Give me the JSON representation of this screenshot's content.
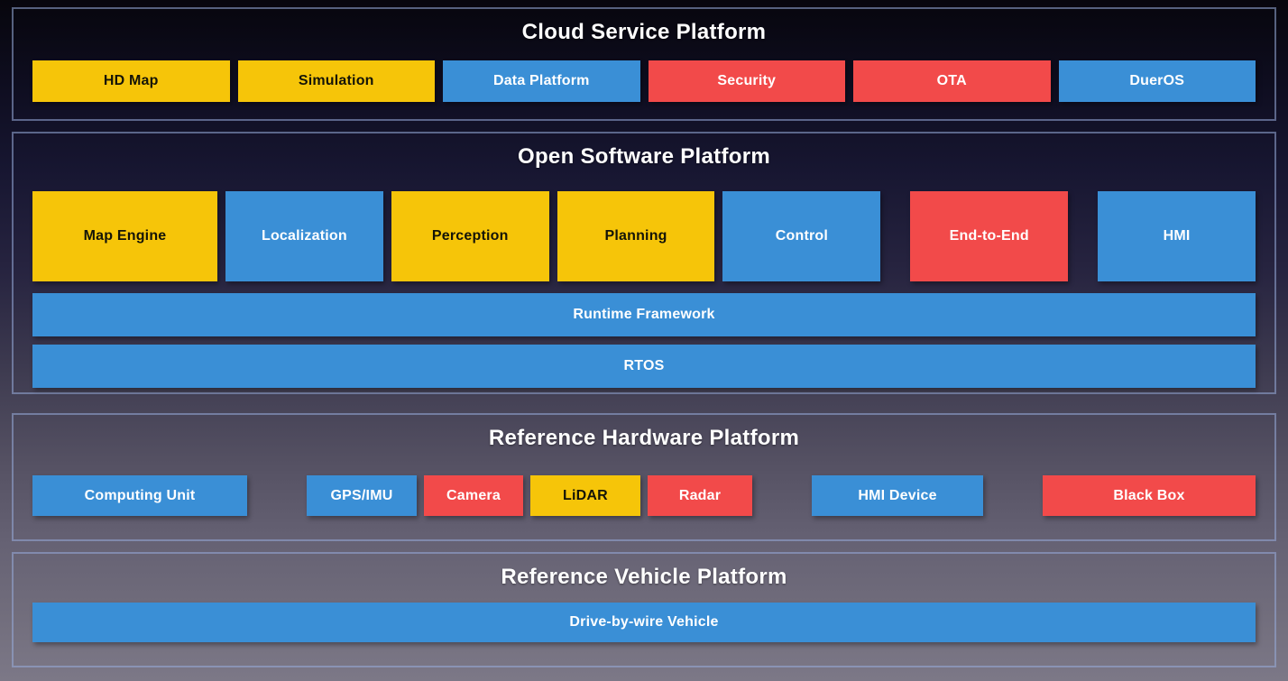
{
  "diagram": {
    "colors": {
      "yellow": "#F6C509",
      "blue": "#3A8FD6",
      "red": "#F24A4A",
      "panel_border": "#98ACDA",
      "title_text": "#FFFFFF"
    },
    "sections": {
      "cloud": {
        "title": "Cloud Service Platform",
        "boxes": [
          {
            "label": "HD Map",
            "color": "yellow"
          },
          {
            "label": "Simulation",
            "color": "yellow"
          },
          {
            "label": "Data Platform",
            "color": "blue"
          },
          {
            "label": "Security",
            "color": "red"
          },
          {
            "label": "OTA",
            "color": "red"
          },
          {
            "label": "DuerOS",
            "color": "blue"
          }
        ]
      },
      "software": {
        "title": "Open Software Platform",
        "modules": [
          {
            "label": "Map Engine",
            "color": "yellow"
          },
          {
            "label": "Localization",
            "color": "blue"
          },
          {
            "label": "Perception",
            "color": "yellow"
          },
          {
            "label": "Planning",
            "color": "yellow"
          },
          {
            "label": "Control",
            "color": "blue"
          },
          {
            "label": "End-to-End",
            "color": "red"
          },
          {
            "label": "HMI",
            "color": "blue"
          }
        ],
        "runtime_bar": {
          "label": "Runtime Framework",
          "color": "blue"
        },
        "rtos_bar": {
          "label": "RTOS",
          "color": "blue"
        }
      },
      "hardware": {
        "title": "Reference Hardware Platform",
        "boxes": [
          {
            "label": "Computing Unit",
            "color": "blue"
          },
          {
            "label": "GPS/IMU",
            "color": "blue"
          },
          {
            "label": "Camera",
            "color": "red"
          },
          {
            "label": "LiDAR",
            "color": "yellow"
          },
          {
            "label": "Radar",
            "color": "red"
          },
          {
            "label": "HMI Device",
            "color": "blue"
          },
          {
            "label": "Black Box",
            "color": "red"
          }
        ]
      },
      "vehicle": {
        "title": "Reference Vehicle Platform",
        "bar": {
          "label": "Drive-by-wire Vehicle",
          "color": "blue"
        }
      }
    }
  }
}
